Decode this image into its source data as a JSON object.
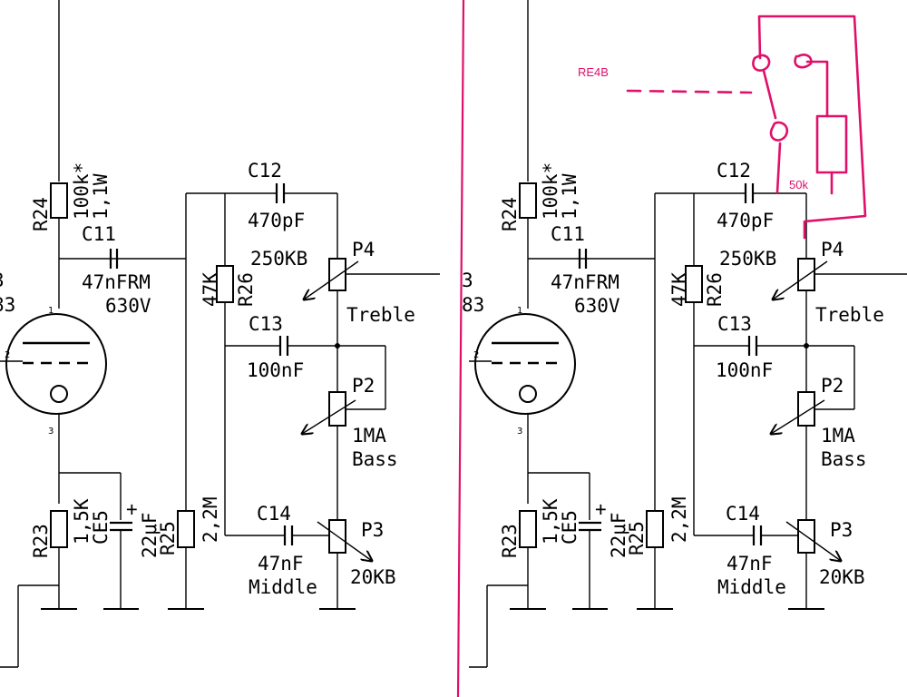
{
  "accent_color": "#e0106a",
  "wire_color": "#000000",
  "labels": {
    "r24": "R24",
    "r24_val": "100k*",
    "r24_rating": "1,1W",
    "c11": "C11",
    "c11_val": "47nFRM",
    "c11_volt": "630V",
    "tube_frag_top": "3",
    "tube_frag_bot": "83",
    "pin1": "1",
    "pin2": "2",
    "pin3": "3",
    "c12": "C12",
    "c12_val": "470pF",
    "r26": "R26",
    "r26_val": "47K",
    "p4": "P4",
    "p4_val": "250KB",
    "treble": "Treble",
    "c13": "C13",
    "c13_val": "100nF",
    "p2": "P2",
    "p2_val": "1MA",
    "bass": "Bass",
    "r23": "R23",
    "r23_val": "1,5K",
    "ce5": "CE5",
    "ce5_val": "22μF",
    "ce5_plus": "+",
    "r25": "R25",
    "r25_val": "2,2M",
    "c14": "C14",
    "c14_val": "47nF",
    "middle": "Middle",
    "p3": "P3",
    "p3_val": "20KB"
  },
  "annotations": {
    "switch_label": "RE4B",
    "resistor_label": "50k"
  }
}
